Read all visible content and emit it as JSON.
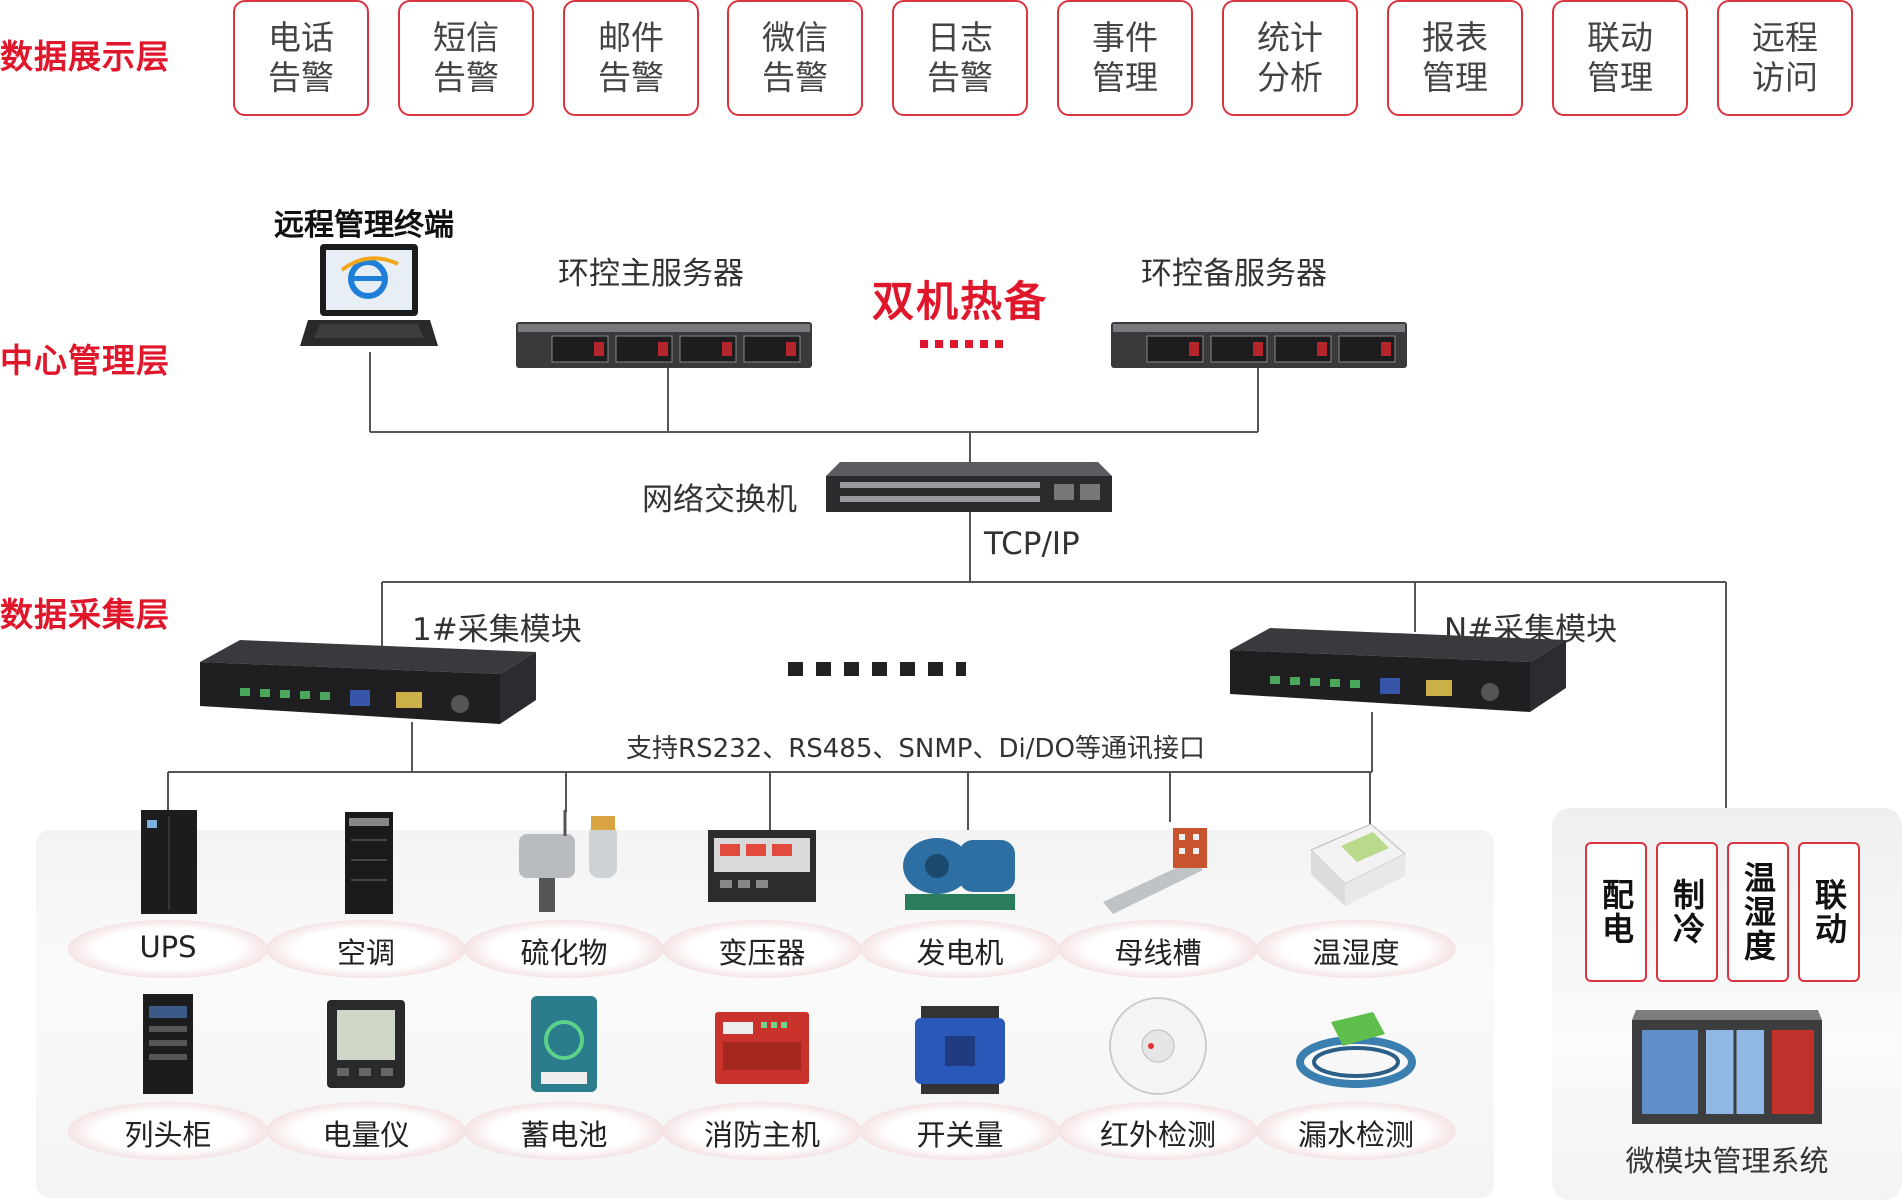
{
  "layers": {
    "display": "数据展示层",
    "center": "中心管理层",
    "collect": "数据采集层"
  },
  "display_items": [
    "电话告警",
    "短信告警",
    "邮件告警",
    "微信告警",
    "日志告警",
    "事件管理",
    "统计分析",
    "报表管理",
    "联动管理",
    "远程访问"
  ],
  "center": {
    "terminal": "远程管理终端",
    "main_server": "环控主服务器",
    "backup_server": "环控备服务器",
    "hot_standby": "双机热备",
    "switch": "网络交换机",
    "protocol": "TCP/IP"
  },
  "collect": {
    "module_1": "1#采集模块",
    "module_n": "N#采集模块",
    "interfaces": "支持RS232、RS485、SNMP、Di/DO等通讯接口"
  },
  "devices_row1": [
    "UPS",
    "空调",
    "硫化物",
    "变压器",
    "发电机",
    "母线槽",
    "温湿度"
  ],
  "devices_row2": [
    "列头柜",
    "电量仪",
    "蓄电池",
    "消防主机",
    "开关量",
    "红外检测",
    "漏水检测"
  ],
  "micro_module": {
    "items": [
      "配电",
      "制冷",
      "温湿度",
      "联动"
    ],
    "title": "微模块管理系统"
  },
  "colors": {
    "accent": "#e0162b",
    "border": "#d9343f",
    "line": "#555555"
  }
}
